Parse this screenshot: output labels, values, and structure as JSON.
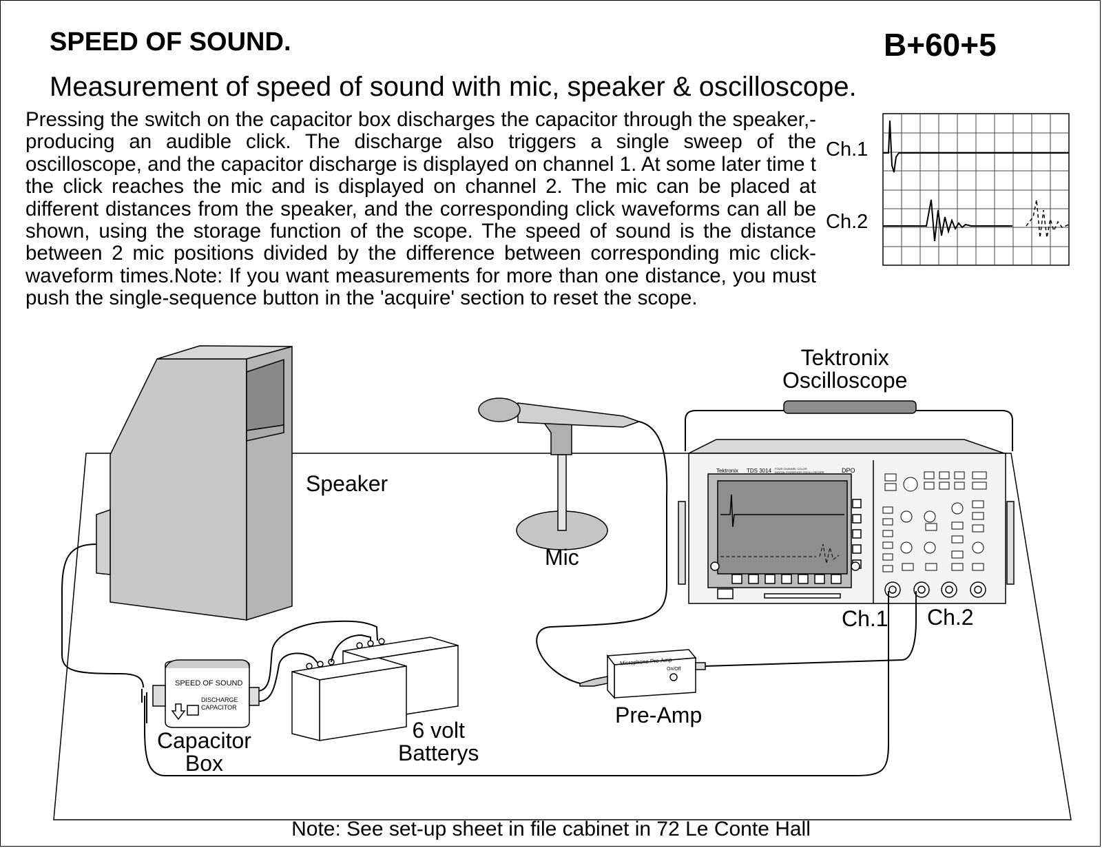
{
  "header": {
    "title": "SPEED OF SOUND.",
    "code": "B+60+5",
    "subtitle": "Measurement of speed of sound with mic, speaker & oscilloscope."
  },
  "description": "Pressing the switch on the capacitor box discharges the capacitor through the speaker,-producing an audible click. The discharge also triggers a single sweep of the oscilloscope, and the capacitor discharge is displayed on channel 1. At some later time t the click reaches the mic and is displayed on channel 2. The mic can be placed at different distances from the speaker, and the corresponding click waveforms can all be shown, using the storage function of the scope.  The speed of sound is the distance between 2 mic positions divided by the difference between corresponding mic click-waveform times.Note: If you want measurements for more than one distance, you must push the single-sequence button in the 'acquire' section to reset the scope.",
  "scope_inset": {
    "ch1_label": "Ch.1",
    "ch2_label": "Ch.2"
  },
  "labels": {
    "oscilloscope": "Tektronix\nOscilloscope",
    "speaker": "Speaker",
    "mic": "Mic",
    "ch1": "Ch.1",
    "ch2": "Ch.2",
    "preamp": "Pre-Amp",
    "capacitor_box": "Capacitor\nBox",
    "batteries": "6 volt\nBatterys"
  },
  "device_text": {
    "capacitor_box_top": "SPEED OF SOUND",
    "capacitor_box_bottom": "DISCHARGE\nCAPACITOR",
    "preamp_top": "Microphone Pre-Amp",
    "preamp_switch": "On/Off",
    "scope_brand": "Tektronix",
    "scope_model": "TDS 3014",
    "scope_sub": "FOUR CHANNEL COLOR\nDIGITAL PHOSPHOR OSCILLOSCOPE",
    "scope_dpo": "DPO"
  },
  "footer": "Note:  See set-up sheet in file cabinet in 72 Le Conte Hall"
}
